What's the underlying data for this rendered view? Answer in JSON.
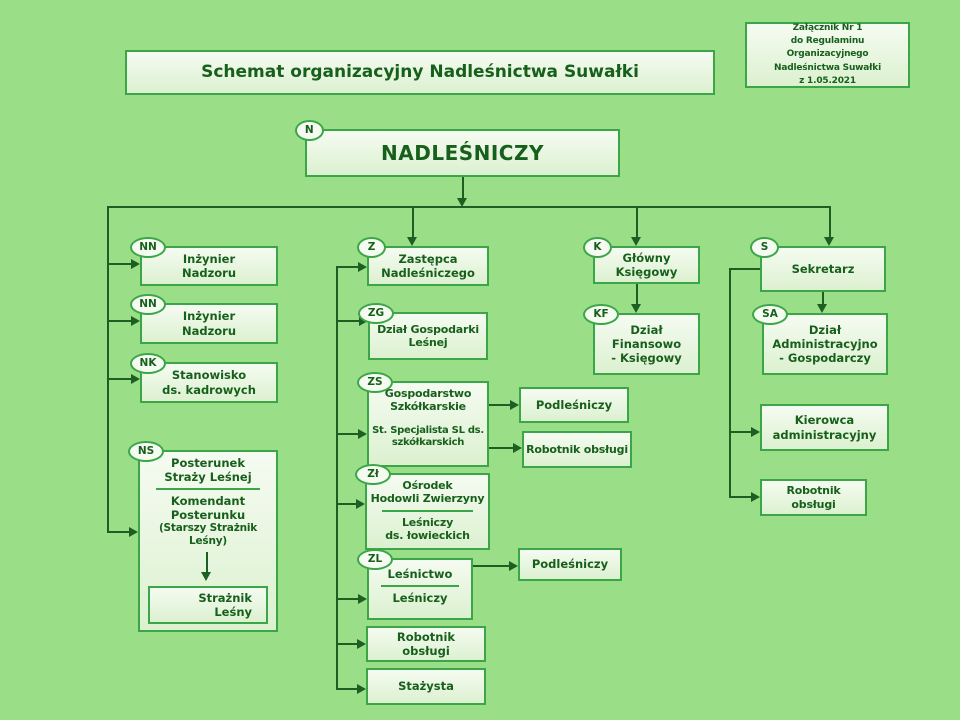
{
  "page": {
    "title": "Schemat organizacyjny Nadleśnictwa Suwałki",
    "annex": "Załącznik Nr 1\ndo Regulaminu Organizacyjnego\nNadleśnictwa Suwałki\nz 1.05.2021"
  },
  "colors": {
    "background": "#9ade87",
    "box_border": "#3aa647",
    "box_fill_top": "#f5fbf1",
    "box_fill_bottom": "#dcf1d0",
    "text_color": "#17601c",
    "line_color": "#1d5f22"
  },
  "nodes": {
    "n": {
      "code": "N",
      "label": "NADLEŚNICZY"
    },
    "nn1": {
      "code": "NN",
      "label": "Inżynier\nNadzoru"
    },
    "nn2": {
      "code": "NN",
      "label": "Inżynier\nNadzoru"
    },
    "nk": {
      "code": "NK",
      "label": "Stanowisko\nds. kadrowych"
    },
    "ns": {
      "code": "NS",
      "unit": "Posterunek\nStraży Leśnej",
      "role": "Komendant\nPosterunku",
      "role_detail": "(Starszy Strażnik\nLeśny)",
      "sub": "Strażnik\nLeśny"
    },
    "z": {
      "code": "Z",
      "label": "Zastępca\nNadleśniczego"
    },
    "zg": {
      "code": "ZG",
      "label": "Dział Gospodarki\nLeśnej"
    },
    "zs": {
      "code": "ZS",
      "unit": "Gospodarstwo\nSzkółkarskie",
      "role": "St. Specjalista SL ds.\nszkółkarskich"
    },
    "zs_pod": {
      "label": "Podleśniczy"
    },
    "zs_rob": {
      "label": "Robotnik obsługi"
    },
    "zlh": {
      "code": "Zł",
      "unit": "Ośrodek\nHodowli Zwierzyny",
      "role": "Leśniczy\nds. łowieckich"
    },
    "zl": {
      "code": "ZL",
      "unit": "Leśnictwo",
      "role": "Leśniczy"
    },
    "zl_pod": {
      "label": "Podleśniczy"
    },
    "rob": {
      "label": "Robotnik\nobsługi"
    },
    "staz": {
      "label": "Stażysta"
    },
    "k": {
      "code": "K",
      "label": "Główny\nKsięgowy"
    },
    "kf": {
      "code": "KF",
      "label": "Dział\nFinansowo\n- Księgowy"
    },
    "s": {
      "code": "S",
      "label": "Sekretarz"
    },
    "sa": {
      "code": "SA",
      "label": "Dział\nAdministracyjno\n- Gospodarczy"
    },
    "kier": {
      "label": "Kierowca\nadministracyjny"
    },
    "rob2": {
      "label": "Robotnik obsługi"
    }
  }
}
